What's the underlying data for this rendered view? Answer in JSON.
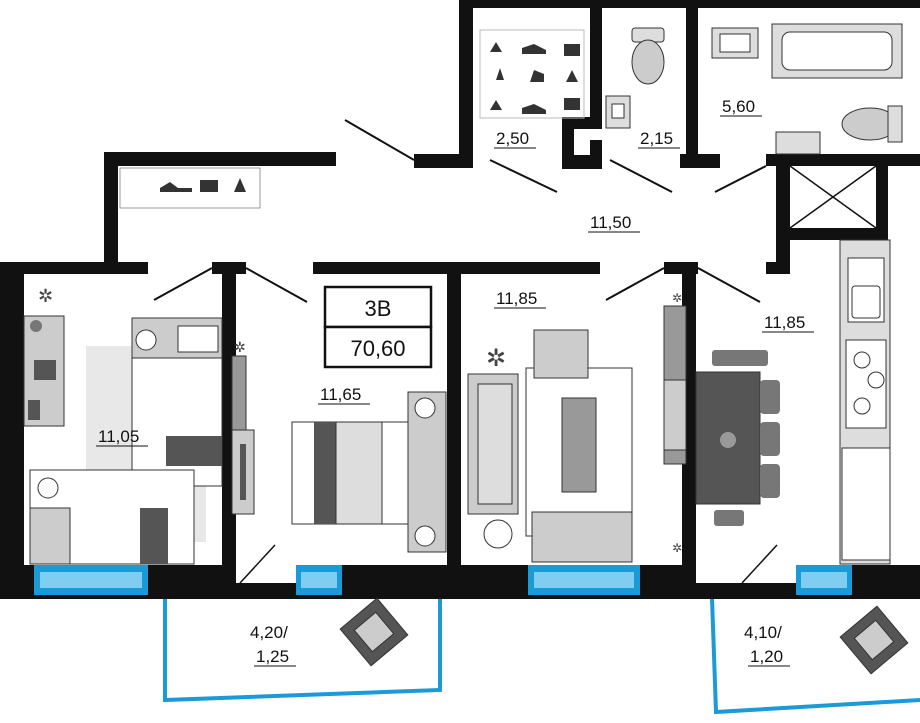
{
  "apartment": {
    "type_label": "3В",
    "total_area": "70,60"
  },
  "rooms": {
    "wardrobe": "2,50",
    "toilet": "2,15",
    "bathroom": "5,60",
    "hall": "11,50",
    "bedroom_left": "11,05",
    "bedroom_middle": "11,65",
    "living_room": "11,85",
    "kitchen": "11,85"
  },
  "balconies": {
    "left_line1": "4,20/",
    "left_line2": "1,25",
    "right_line1": "4,10/",
    "right_line2": "1,20"
  },
  "colors": {
    "wall": "#111111",
    "window": "#1a9ad6",
    "balcony_outline": "#1a9ad6",
    "furniture_dark": "#3a3a3a",
    "furniture_mid": "#8c8c8c",
    "furniture_light": "#d4d4d4"
  }
}
